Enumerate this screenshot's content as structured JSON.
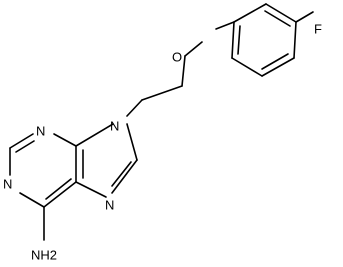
{
  "molecule": {
    "atoms": {
      "F": "F",
      "O": "O",
      "N9": "N",
      "N1": "N",
      "N3": "N",
      "N7": "N",
      "NH2": "NH2"
    }
  },
  "colors": {
    "bond": "#000000",
    "background": "#ffffff"
  }
}
